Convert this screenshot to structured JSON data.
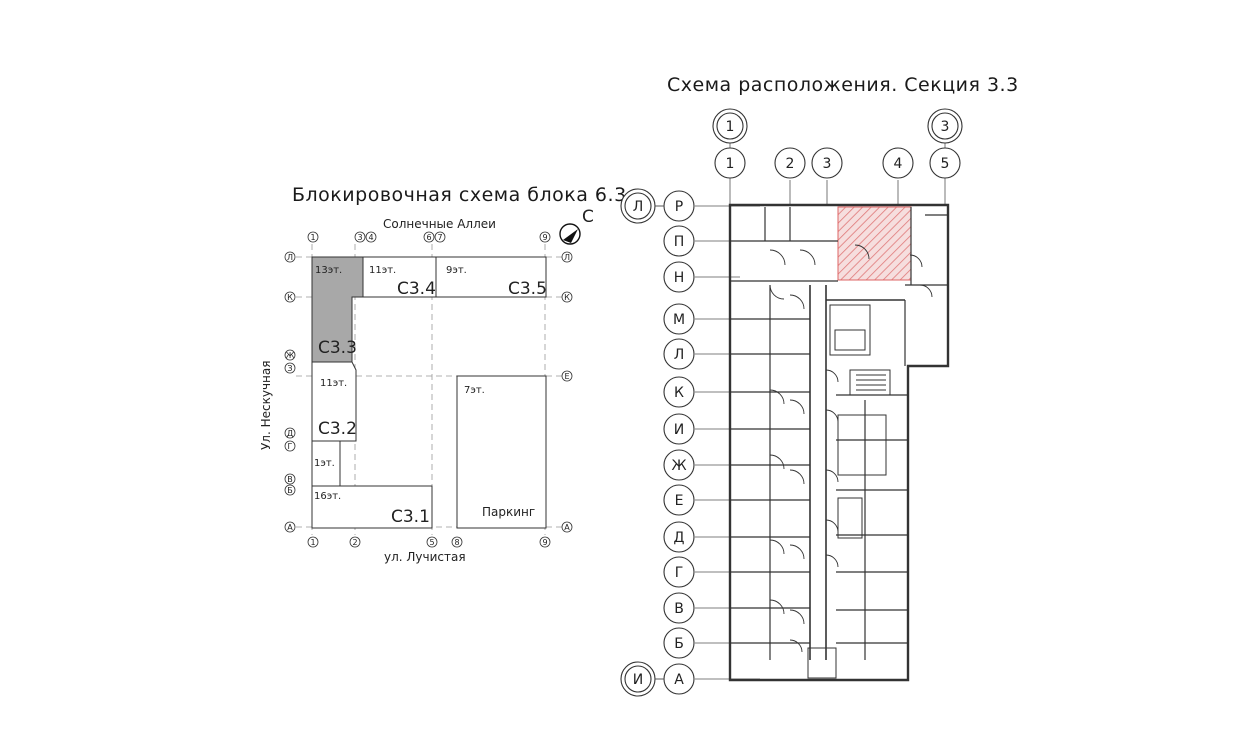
{
  "block_scheme": {
    "title": "Блокировочная схема блока 6.3",
    "street_top": "Солнечные Аллеи",
    "street_left": "Ул. Нескучная",
    "street_bottom": "ул. Лучистая",
    "north_label": "С",
    "sections": [
      {
        "name": "С3.3",
        "floors": "13эт.",
        "highlighted": true
      },
      {
        "name": "С3.4",
        "floors": "11эт."
      },
      {
        "name": "С3.5",
        "floors": "9эт."
      },
      {
        "name": "С3.2",
        "floors": "11эт."
      },
      {
        "name": "",
        "floors": "1эт."
      },
      {
        "name": "С3.1",
        "floors": "16эт."
      },
      {
        "name": "Паркинг",
        "floors": "7эт."
      }
    ],
    "axes_top": [
      "1",
      "3",
      "4",
      "6",
      "7",
      "9"
    ],
    "axes_bottom": [
      "1",
      "2",
      "5",
      "8",
      "9"
    ],
    "axes_left": [
      "Л",
      "К",
      "Ж",
      "З",
      "Д",
      "Г",
      "В",
      "Б",
      "А"
    ],
    "axes_right": [
      "Л",
      "К",
      "Е",
      "А"
    ]
  },
  "section_plan": {
    "title": "Схема расположения. Секция 3.3",
    "outer_axes_top": [
      "1",
      "3"
    ],
    "inner_axes_top": [
      "1",
      "2",
      "3",
      "4",
      "5"
    ],
    "outer_axes_left": [
      "Л",
      "И"
    ],
    "inner_axes_left": [
      "Р",
      "П",
      "Н",
      "М",
      "Л",
      "К",
      "И",
      "Ж",
      "Е",
      "Д",
      "Г",
      "В",
      "Б",
      "А"
    ],
    "highlight_color": "#e8a0a0"
  }
}
